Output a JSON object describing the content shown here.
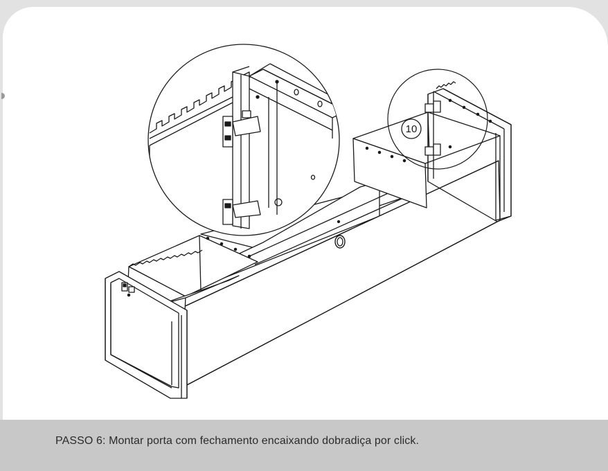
{
  "step": {
    "caption": "PASSO 6: Montar porta com fechamento encaixando dobradiça por click."
  },
  "diagram": {
    "callout_number": "10",
    "subject": "furniture-assembly-isometric"
  }
}
